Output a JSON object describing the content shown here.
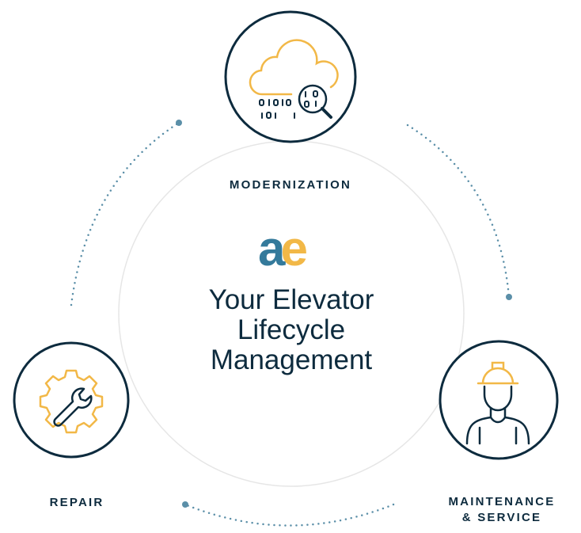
{
  "center": {
    "logo": {
      "a": "a",
      "e": "e"
    },
    "title_lines": [
      "Your Elevator",
      "Lifecycle",
      "Management"
    ]
  },
  "nodes": {
    "modernization": {
      "label": "MODERNIZATION",
      "icon": "cloud-data-search-icon"
    },
    "repair": {
      "label": "REPAIR",
      "icon": "gear-wrench-icon"
    },
    "maintenance": {
      "label_lines": [
        "MAINTENANCE",
        "& SERVICE"
      ],
      "icon": "hardhat-worker-icon"
    }
  },
  "colors": {
    "navy": "#0d2b3e",
    "yellow": "#f2b847",
    "blue": "#347a9b",
    "dots": "#5b8fa8",
    "ring": "#e6e6e6"
  }
}
